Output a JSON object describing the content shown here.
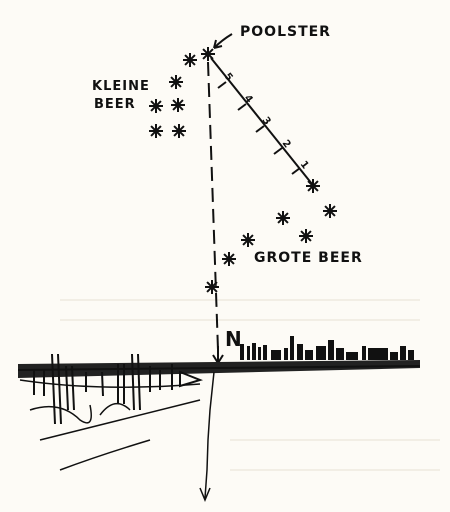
{
  "labels": {
    "pole_star": "POOLSTER",
    "little_dipper_line1": "KLEINE",
    "little_dipper_line2": "BEER",
    "big_dipper": "GROTE BEER",
    "north": "N"
  },
  "pointer_ticks": [
    "5",
    "4",
    "3",
    "2",
    "1"
  ],
  "ink_color": "#111111",
  "paper_color": "#fdfbf6"
}
